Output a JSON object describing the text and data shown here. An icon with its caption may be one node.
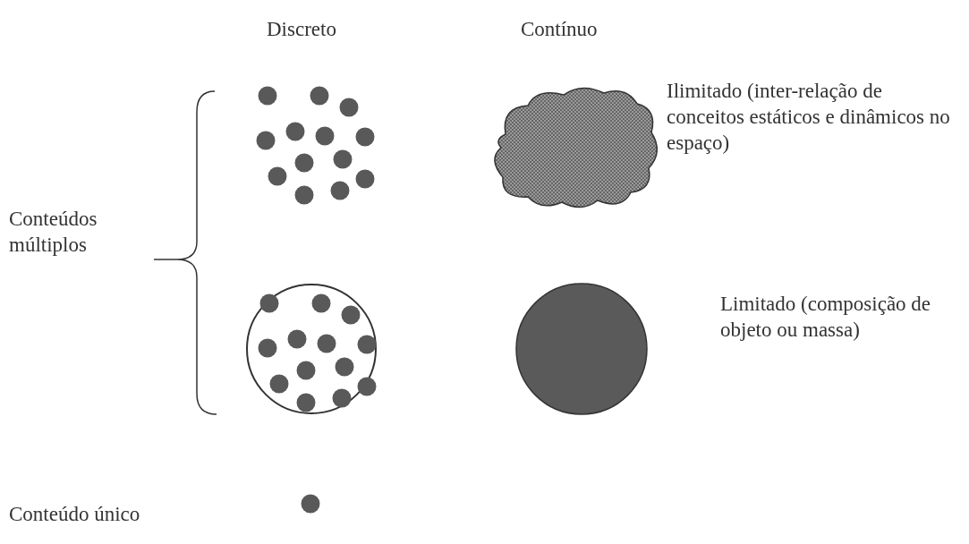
{
  "diagram": {
    "labels": [
      "Discreto",
      "Contínuo",
      "Ilimitado (inter-relação de conceitos estáticos e dinâmicos no espaço)",
      "Conteúdos múltiplos",
      "Limitado (composição de objeto ou massa)",
      "Conteúdo único"
    ]
  }
}
